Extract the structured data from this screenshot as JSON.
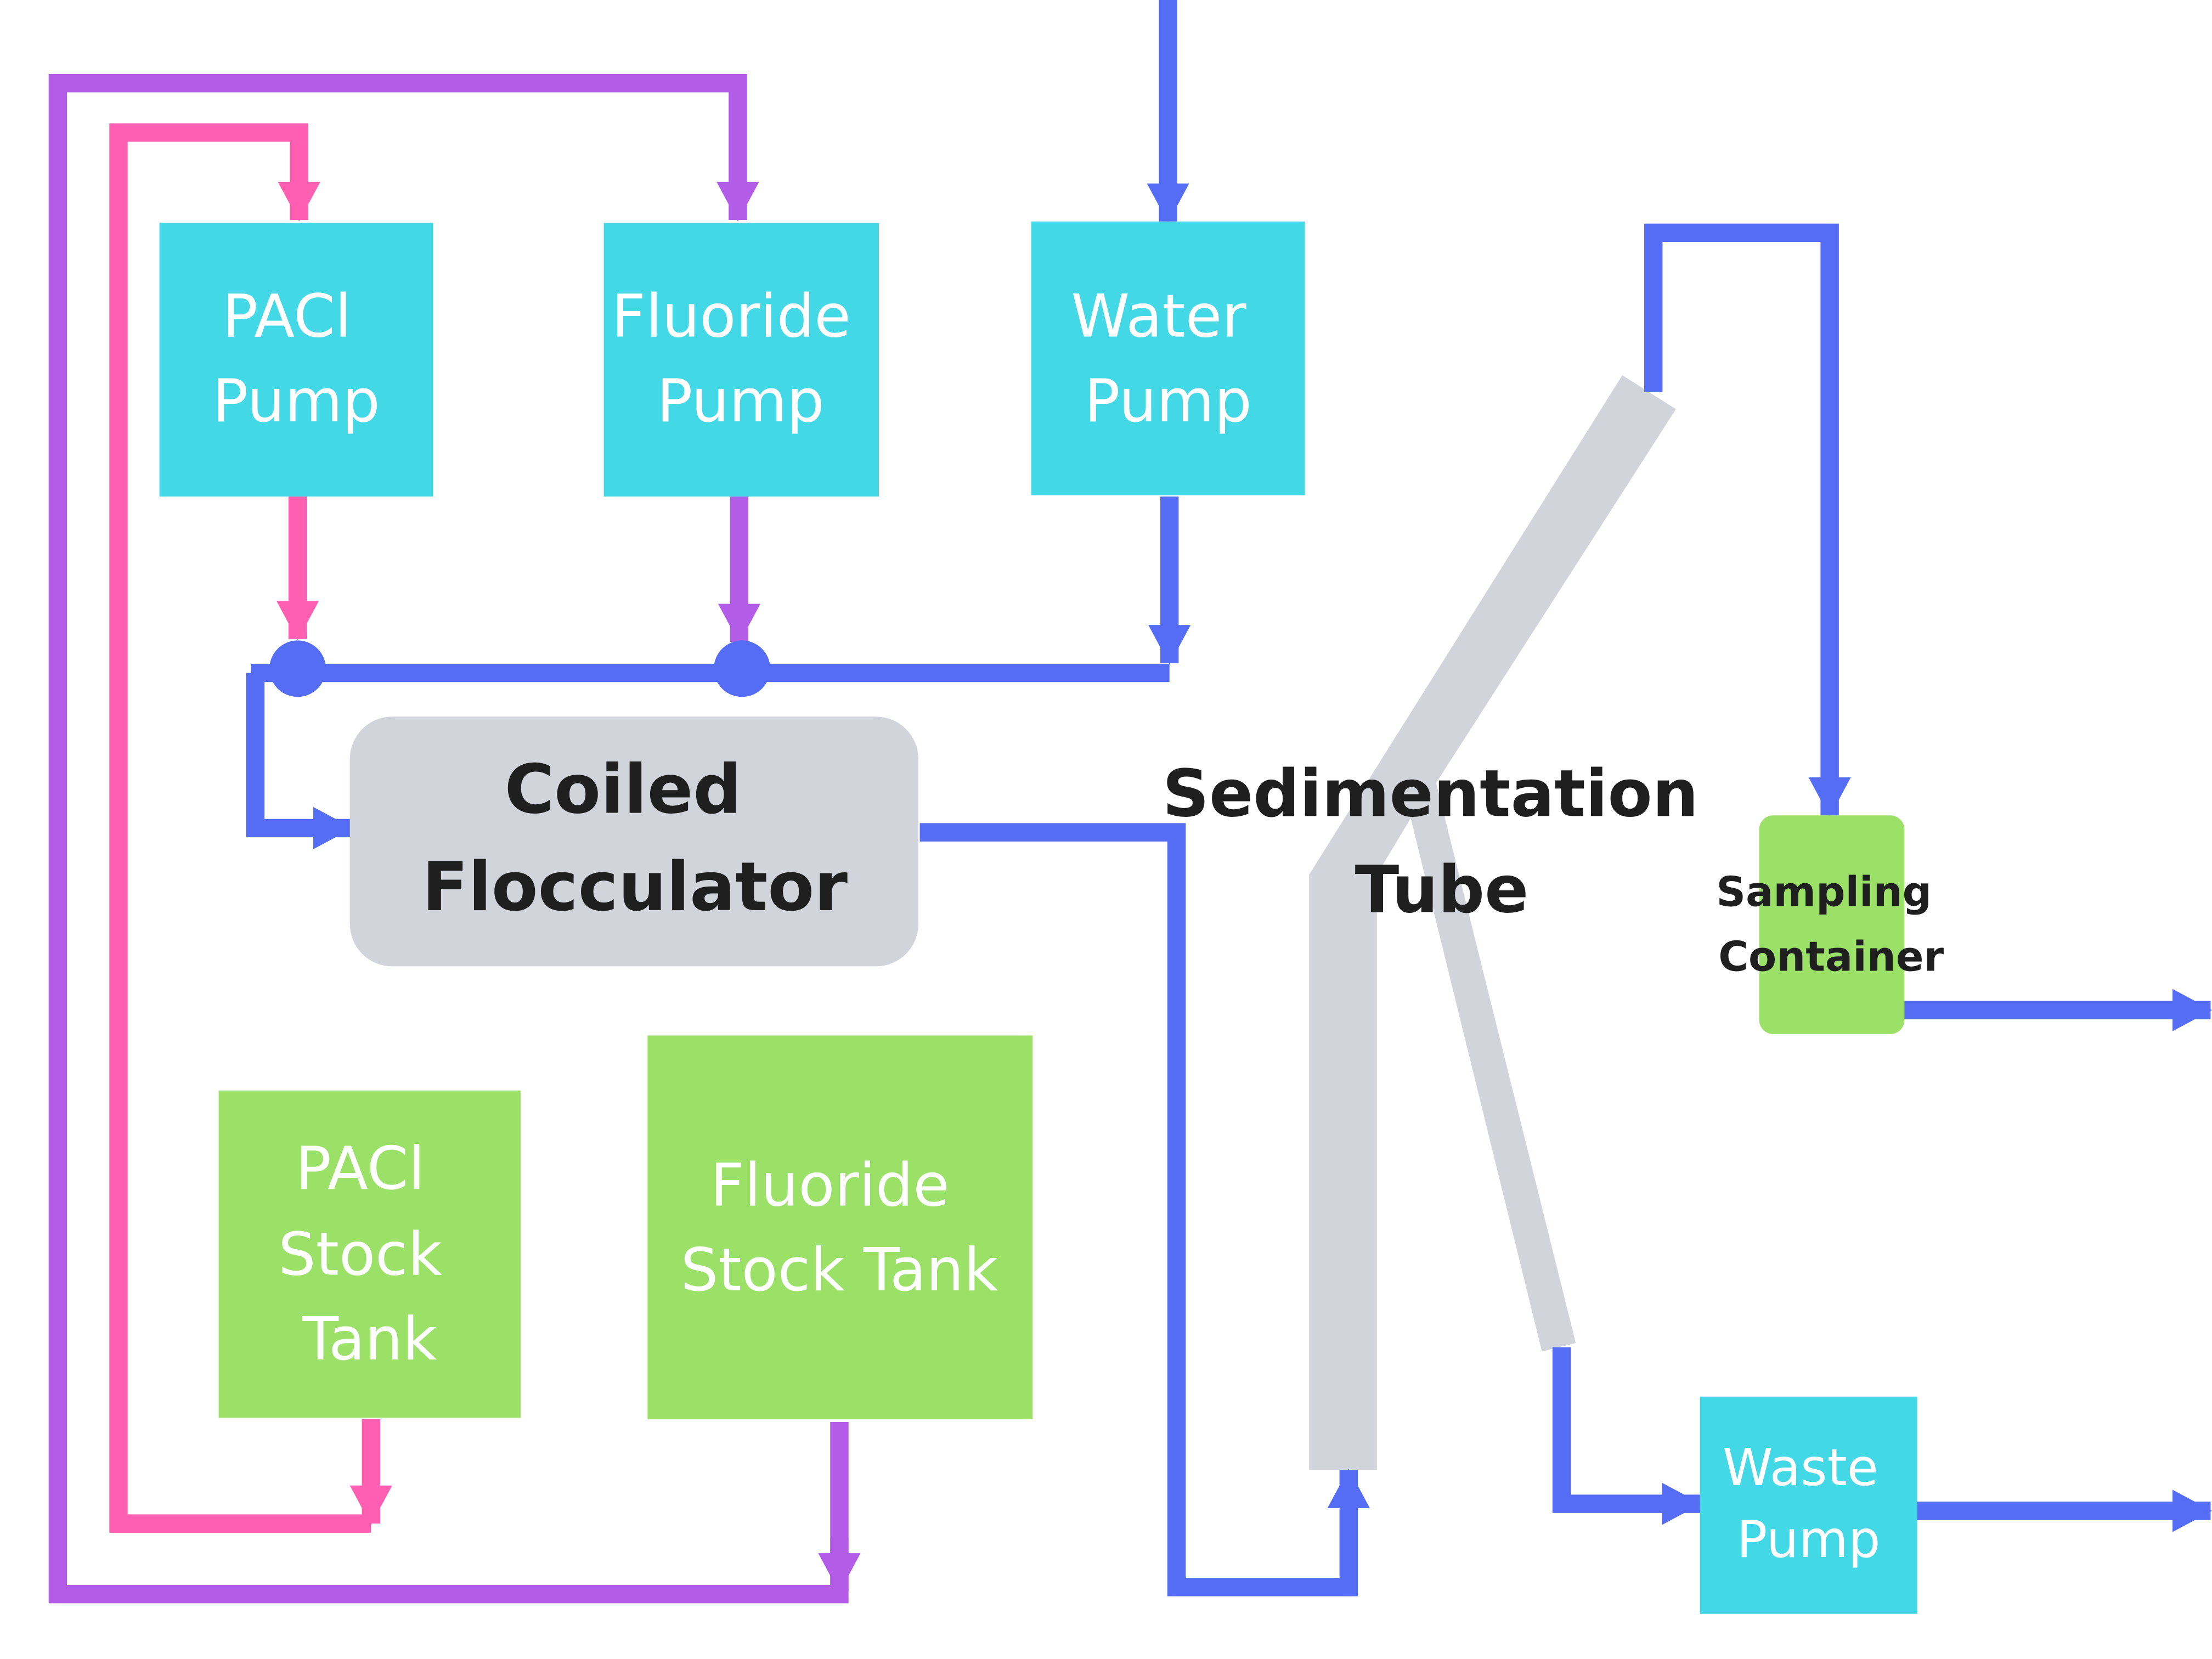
{
  "colors": {
    "pump": "#43D8E6",
    "tank": "#9BE067",
    "unit": "#D1D4DA",
    "water_line": "#556CF5",
    "pacl_line": "#FF5FB0",
    "fluoride_line": "#B25CE8",
    "label_dark": "#1F1F1F",
    "label_light": "#FFFFFF"
  },
  "nodes": {
    "pacl_pump": {
      "lines": [
        "PACl",
        "Pump"
      ]
    },
    "fluoride_pump": {
      "lines": [
        "Fluoride",
        "Pump"
      ]
    },
    "water_pump": {
      "lines": [
        "Water",
        "Pump"
      ]
    },
    "coiled_flocculator": {
      "lines": [
        "Coiled",
        "Flocculator"
      ]
    },
    "sedimentation_tube": {
      "lines": [
        "Sedimentation",
        "Tube"
      ]
    },
    "sampling_container": {
      "lines": [
        "Sampling",
        "Container"
      ]
    },
    "pacl_stock_tank": {
      "lines": [
        "PACl",
        "Stock",
        "Tank"
      ]
    },
    "fluoride_stock_tank": {
      "lines": [
        "Fluoride",
        "Stock Tank"
      ]
    },
    "waste_pump": {
      "lines": [
        "Waste",
        "Pump"
      ]
    }
  }
}
